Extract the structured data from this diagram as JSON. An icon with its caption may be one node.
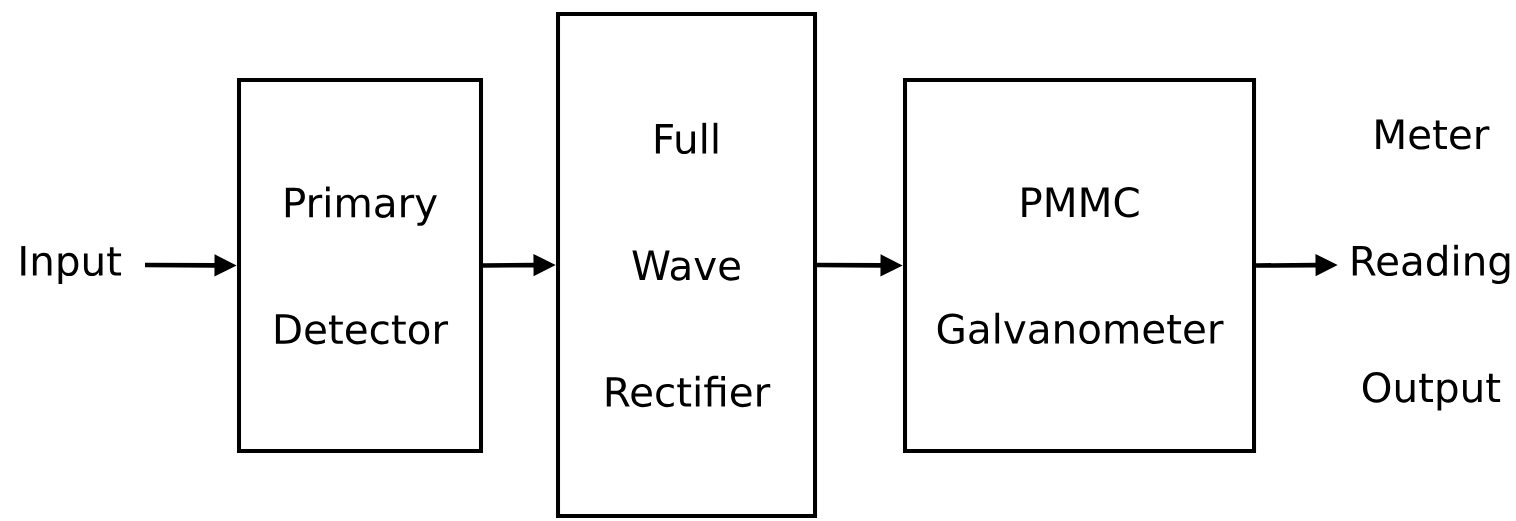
{
  "diagram": {
    "nodes": [
      {
        "text": [
          "Input"
        ]
      },
      {
        "text": [
          "Primary Detector"
        ]
      },
      {
        "text": [
          "Full Wave Rectifier"
        ]
      },
      {
        "text": [
          "PMMC Galvanometer"
        ]
      },
      {
        "text": [
          "Meter Reading Output"
        ]
      }
    ],
    "edges": [
      {
        "from": 0,
        "to": 1,
        "arrow": "to"
      },
      {
        "from": 1,
        "to": 2,
        "arrow": "to"
      },
      {
        "from": 2,
        "to": 3,
        "arrow": "to"
      },
      {
        "from": 3,
        "to": 4,
        "arrow": "to"
      }
    ]
  }
}
